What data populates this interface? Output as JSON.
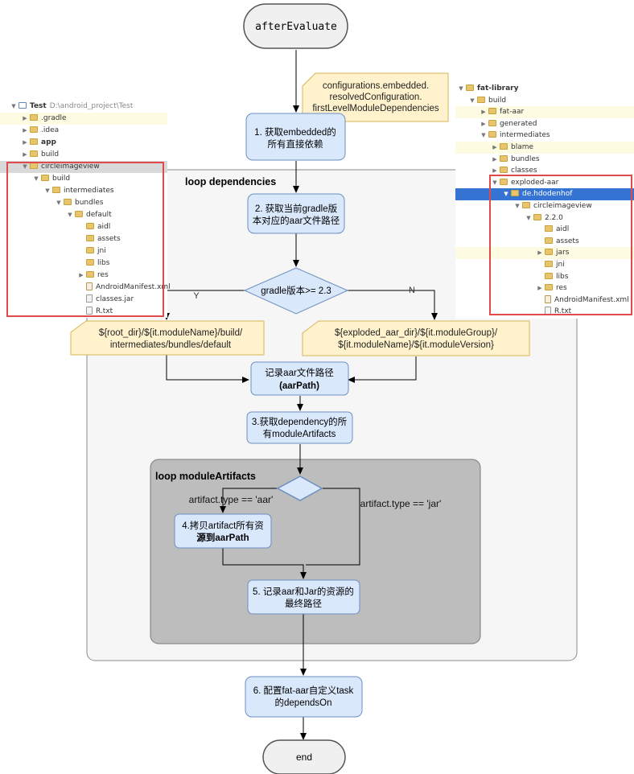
{
  "flow": {
    "start": "afterEvaluate",
    "end": "end",
    "note_top": [
      "configurations.embedded.",
      "resolvedConfiguration.",
      "firstLevelModuleDependencies"
    ],
    "step1": [
      "1. 获取embedded的",
      "所有直接依赖"
    ],
    "loop_deps_title": "loop dependencies",
    "step2": [
      "2. 获取当前gradle版",
      "本对应的aar文件路径"
    ],
    "decision_gradle": "gradle版本>= 2.3",
    "branch_yes": "Y",
    "branch_no": "N",
    "note_left": [
      "${root_dir}/${it.moduleName}/build/",
      "intermediates/bundles/default"
    ],
    "note_right": [
      "${exploded_aar_dir}/${it.moduleGroup}/",
      "${it.moduleName}/${it.moduleVersion}"
    ],
    "record_aar": [
      "记录aar文件路径",
      "(aarPath)"
    ],
    "step3": [
      "3.获取dependency的所",
      "有moduleArtifacts"
    ],
    "loop_artifacts_title": "loop moduleArtifacts",
    "cond_aar": "artifact.type == 'aar'",
    "cond_jar": "artifact.type == 'jar'",
    "step4": [
      "4.拷贝artifact所有资",
      "源到aarPath"
    ],
    "step5": [
      "5. 记录aar和Jar的资源的",
      "最终路径"
    ],
    "step6": [
      "6. 配置fat-aar自定义task",
      "的dependsOn"
    ]
  },
  "left_tree": [
    {
      "label": "Test",
      "sub": "D:\\android_project\\Test",
      "depth": 0,
      "arrow": "▼",
      "icon": "proj",
      "bold": true
    },
    {
      "label": ".gradle",
      "depth": 1,
      "arrow": "▶",
      "icon": "folder",
      "highlight": "yellow"
    },
    {
      "label": ".idea",
      "depth": 1,
      "arrow": "▶",
      "icon": "folder"
    },
    {
      "label": "app",
      "depth": 1,
      "arrow": "▶",
      "icon": "folder",
      "bold": true
    },
    {
      "label": "build",
      "depth": 1,
      "arrow": "▶",
      "icon": "folder"
    },
    {
      "label": "circleimageview",
      "depth": 1,
      "arrow": "▼",
      "icon": "folder",
      "highlight": "gray"
    },
    {
      "label": "build",
      "depth": 2,
      "arrow": "▼",
      "icon": "folder"
    },
    {
      "label": "intermediates",
      "depth": 3,
      "arrow": "▼",
      "icon": "folder"
    },
    {
      "label": "bundles",
      "depth": 4,
      "arrow": "▼",
      "icon": "folder"
    },
    {
      "label": "default",
      "depth": 5,
      "arrow": "▼",
      "icon": "folder"
    },
    {
      "label": "aidl",
      "depth": 6,
      "arrow": "",
      "icon": "folder"
    },
    {
      "label": "assets",
      "depth": 6,
      "arrow": "",
      "icon": "folder"
    },
    {
      "label": "jni",
      "depth": 6,
      "arrow": "",
      "icon": "folder"
    },
    {
      "label": "libs",
      "depth": 6,
      "arrow": "",
      "icon": "folder"
    },
    {
      "label": "res",
      "depth": 6,
      "arrow": "▶",
      "icon": "folder"
    },
    {
      "label": "AndroidManifest.xml",
      "depth": 6,
      "arrow": "",
      "icon": "xml"
    },
    {
      "label": "classes.jar",
      "depth": 6,
      "arrow": "",
      "icon": "file"
    },
    {
      "label": "R.txt",
      "depth": 6,
      "arrow": "",
      "icon": "file"
    }
  ],
  "right_tree": [
    {
      "label": "fat-library",
      "depth": 0,
      "arrow": "▼",
      "icon": "folder",
      "bold": true
    },
    {
      "label": "build",
      "depth": 1,
      "arrow": "▼",
      "icon": "folder"
    },
    {
      "label": "fat-aar",
      "depth": 2,
      "arrow": "▶",
      "icon": "folder",
      "highlight": "yellow"
    },
    {
      "label": "generated",
      "depth": 2,
      "arrow": "▶",
      "icon": "folder"
    },
    {
      "label": "intermediates",
      "depth": 2,
      "arrow": "▼",
      "icon": "folder"
    },
    {
      "label": "blame",
      "depth": 3,
      "arrow": "▶",
      "icon": "folder",
      "highlight": "yellow"
    },
    {
      "label": "bundles",
      "depth": 3,
      "arrow": "▶",
      "icon": "folder"
    },
    {
      "label": "classes",
      "depth": 3,
      "arrow": "▶",
      "icon": "folder"
    },
    {
      "label": "exploded-aar",
      "depth": 3,
      "arrow": "▼",
      "icon": "folder"
    },
    {
      "label": "de.hdodenhof",
      "depth": 4,
      "arrow": "▼",
      "icon": "folder",
      "highlight": "selected"
    },
    {
      "label": "circleimageview",
      "depth": 5,
      "arrow": "▼",
      "icon": "folder"
    },
    {
      "label": "2.2.0",
      "depth": 6,
      "arrow": "▼",
      "icon": "folder"
    },
    {
      "label": "aidl",
      "depth": 7,
      "arrow": "",
      "icon": "folder"
    },
    {
      "label": "assets",
      "depth": 7,
      "arrow": "",
      "icon": "folder"
    },
    {
      "label": "jars",
      "depth": 7,
      "arrow": "▶",
      "icon": "folder",
      "highlight": "yellow"
    },
    {
      "label": "jni",
      "depth": 7,
      "arrow": "",
      "icon": "folder"
    },
    {
      "label": "libs",
      "depth": 7,
      "arrow": "",
      "icon": "folder"
    },
    {
      "label": "res",
      "depth": 7,
      "arrow": "▶",
      "icon": "folder"
    },
    {
      "label": "AndroidManifest.xml",
      "depth": 7,
      "arrow": "",
      "icon": "xml"
    },
    {
      "label": "R.txt",
      "depth": 7,
      "arrow": "",
      "icon": "file"
    }
  ]
}
